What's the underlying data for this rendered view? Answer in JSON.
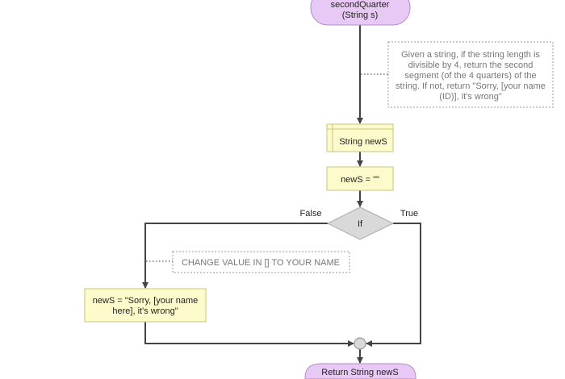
{
  "flowchart": {
    "start": {
      "lines": [
        "secondQuarter",
        "(String s)"
      ]
    },
    "description_comment": {
      "lines": [
        "Given a string, if the string length is",
        "divisible by 4, return the second",
        "segment (of the 4 quarters) of the",
        "string. If not, return \"Sorry, [your name",
        "(ID)], it's wrong\""
      ]
    },
    "declare": {
      "label": "String newS"
    },
    "assign": {
      "label": "newS = \"\""
    },
    "decision": {
      "label": "If",
      "false_label": "False",
      "true_label": "True"
    },
    "name_comment": {
      "label": "CHANGE VALUE IN [] TO YOUR NAME"
    },
    "false_assign": {
      "lines": [
        "newS = \"Sorry, [your name",
        "here], it's wrong\""
      ]
    },
    "end": {
      "label": "Return String newS"
    },
    "colors": {
      "terminal": "#e8c8f4",
      "process": "#fdfbcc",
      "decision": "#d9d9d9",
      "line": "#444444"
    }
  }
}
